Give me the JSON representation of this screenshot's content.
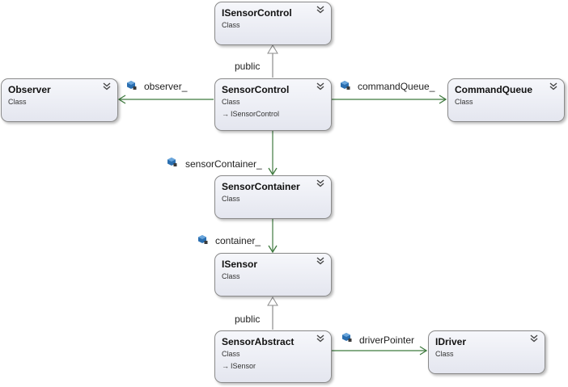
{
  "classes": {
    "isensorcontrol": {
      "name": "ISensorControl",
      "kind": "Class"
    },
    "observer": {
      "name": "Observer",
      "kind": "Class"
    },
    "sensorcontrol": {
      "name": "SensorControl",
      "kind": "Class",
      "base": "ISensorControl"
    },
    "commandqueue": {
      "name": "CommandQueue",
      "kind": "Class"
    },
    "sensorcontainer": {
      "name": "SensorContainer",
      "kind": "Class"
    },
    "isensor": {
      "name": "ISensor",
      "kind": "Class"
    },
    "sensorabstract": {
      "name": "SensorAbstract",
      "kind": "Class",
      "base": "ISensor"
    },
    "idriver": {
      "name": "IDriver",
      "kind": "Class"
    }
  },
  "edges": {
    "inherit_sensorcontrol": "public",
    "inherit_sensorabstract": "public",
    "observer_field": "observer_",
    "commandqueue_field": "commandQueue_",
    "sensorcontainer_field": "sensorContainer_",
    "container_field": "container_",
    "driver_field": "driverPointer"
  },
  "colors": {
    "association": "#3f7a3f",
    "inheritance": "#8c8c8c",
    "field_icon": "#2b6fb0"
  },
  "icons": {
    "collapse": "double-chevron-down-icon",
    "field": "private-field-icon",
    "base_arrow": "inheritance-arrow-icon"
  }
}
